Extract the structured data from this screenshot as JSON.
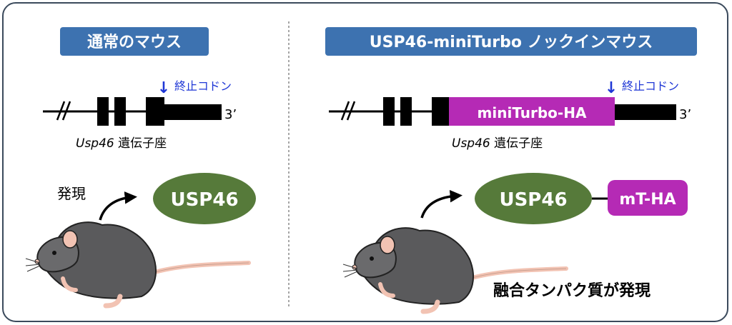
{
  "left_panel": {
    "title": "通常のマウス",
    "stop_codon_arrow": "↓",
    "stop_codon_label": "終止コドン",
    "three_prime": "3’",
    "locus_gene": "Usp46",
    "locus_suffix": " 遺伝子座",
    "expression_label": "発現",
    "protein": "USP46"
  },
  "right_panel": {
    "title": "USP46-miniTurbo ノックインマウス",
    "stop_codon_arrow": "↓",
    "stop_codon_label": "終止コドン",
    "insert_label": "miniTurbo-HA",
    "three_prime": "3’",
    "locus_gene": "Usp46",
    "locus_suffix": " 遺伝子座",
    "protein": "USP46",
    "tag": "mT-HA",
    "fusion_label": "融合タンパク質が発現"
  },
  "colors": {
    "title_bg": "#3d72b0",
    "protein": "#567a3a",
    "insert": "#b52ab5",
    "stop_arrow": "#1f37d6",
    "frame": "#3b4a5c",
    "mouse_body": "#5a5a5c",
    "mouse_pink": "#f2c3b3"
  },
  "icons": {
    "mouse": "mouse-icon",
    "arrow": "curved-arrow-icon"
  }
}
